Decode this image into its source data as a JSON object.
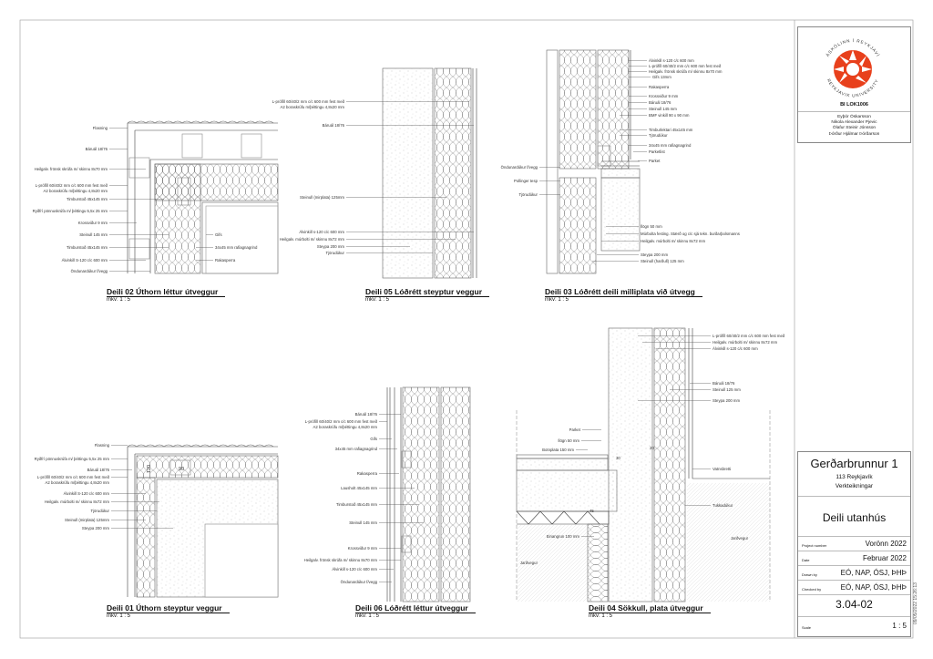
{
  "title_block": {
    "logo_text_top": "HÁSKÓLINN Í REYKJAVÍK",
    "logo_text_bottom": "REYKJAVIK UNIVERSITY",
    "course": "BI LOK1006",
    "team": [
      "Eyþór Óskarsson",
      "Nikola Alexander Pjevic",
      "Ólafur Steinir Jónsson",
      "Þórður Hjálmar Þórðarson"
    ],
    "project": "Gerðarbrunnur 1",
    "address": "113 Reykjavík",
    "phase": "Verkteikningar",
    "sheet_title": "Deili utanhús",
    "project_number_label": "Project number",
    "project_number": "Vorönn 2022",
    "date_label": "Date",
    "date": "Februar 2022",
    "drawn_by_label": "Drawn by",
    "drawn_by": "EÓ, NAP, ÓSJ, ÞHÞ",
    "checked_by_label": "Checked by",
    "checked_by": "EÓ, NAP, ÓSJ, ÞHÞ",
    "sheet_number": "3.04-02",
    "scale_label": "Scale",
    "scale": "1 : 5",
    "timestamp": "09/05/2022 15:26:13"
  },
  "details": [
    {
      "title": "Deili 02 Úthorn léttur útveggur",
      "scale": "mkv: 1 : 5",
      "labels": [
        "Flasning",
        "Báruál 18/76",
        "Heilgalv. frönsk skrúfa m/ skinnu 8x70 mm",
        "L-prófíll 60/40/2 mm c/c 600 mm fest með",
        "A2 boraskrúfu m/þéttingu 4,8x20 mm",
        "Timburstoð 45x145 mm",
        "Ryðfrí pönnuskrúfa m/ þéttingu 5,5x 25 mm",
        "Krossviður 9 mm",
        "Steinull 145 mm",
        "Timburstoð 45x145 mm",
        "Álvinkill S-120 c/c 600 mm",
        "Öndunardúkur f/vegg",
        "Gifs",
        "34x45 mm rafiagnagrind",
        "Rakasperra"
      ]
    },
    {
      "title": "Deili 05 Lóðrétt steyptur veggur",
      "scale": "mkv: 1 : 5",
      "labels": [
        "L-prófíll 60/40/2 mm c/c 600 mm fest með",
        "A2 boraskrúfu m/þéttingu 4,8x20 mm",
        "Báruál 18/76",
        "Steinull (mirplata) 125mm",
        "Álvinkill s-120 c/c 600 mm",
        "Heilgalv. múrbolti m/ skinnu 8x72 mm",
        "Steypa 200 mm",
        "Tjörudúkur"
      ]
    },
    {
      "title": "Deili 03 Lóðrétt deili milliplata við útvegg",
      "scale": "mkv: 1 : 5",
      "labels": [
        "Álvinkill s-120 c/c 600 mm",
        "L-prófíll 60/40/2 mm c/c 600 mm fest með",
        "Heilgalv. frönsk skrúfa m/ skinnu 8x70 mm",
        "Gifs 13mm",
        "Rakasperra",
        "Krossviður 9 mm",
        "Báruál 18/76",
        "Steinull 145 mm",
        "BMF vinkill 90 x 90 mm",
        "Timburlektari 45x145 mm",
        "Tjörudúkur",
        "34x45 mm rafiagnagrind",
        "Parketlist",
        "Parket",
        "Ílögn 50 mm",
        "Múrbolta festing. Stærð og c/c sjá tekn. burðarþolsmanns",
        "Heilgalv. múrbolti m/ skinnu 8x72 mm",
        "Steypa 200 mm",
        "Steinull (harðull) 125 mm",
        "Öndunardúkur f/vegg",
        "Pollinger tesp",
        "Tjörudúkur"
      ]
    },
    {
      "title": "Deili 01 Úthorn steyptur veggur",
      "scale": "mkv: 1 : 5",
      "labels": [
        "Flasning",
        "Ryðfrí pönnuskrúfa m/ þéttingu 5,5x 25 mm",
        "Báruál 18/76",
        "L-prófíll 60/40/2 mm c/c 600 mm fest með",
        "A2 boraskrúfu m/þéttingu 4,8x20 mm",
        "Álvinkill S-120 c/c 600 mm",
        "Heilgalv. múrbolti m/ skinnu 8x72 mm",
        "Tjörudúkur",
        "Steinull (mirplata) 125mm",
        "Steypa 200 mm"
      ],
      "dimensions": [
        "120",
        "90"
      ]
    },
    {
      "title": "Deili 06 Lóðrétt léttur útveggur",
      "scale": "mkv: 1 : 5",
      "labels": [
        "Báruál 18/76",
        "L-prófíll 60/40/2 mm c/c 600 mm fest með",
        "A2 boraskrúfu m/þéttingu 4,8x20 mm",
        "Gifs",
        "34x45 mm rafiagnagrind",
        "Rakasperra",
        "Lausholt 45x145 mm",
        "Timburstoð 45x145 mm",
        "Steinull 145 mm",
        "Krossviður 9 mm",
        "Heilgalv. frönsk skrúfa m/ skinnu 8x70 mm",
        "Álvinkill s-120 c/c 600 mm",
        "Öndunardúkur f/vegg"
      ]
    },
    {
      "title": "Deili 04 Sökkull, plata útveggur",
      "scale": "mkv: 1 : 5",
      "labels": [
        "L-prófíll 60/40/2 mm c/c 600 mm fest með",
        "Heilgalv. múrbolti m/ skinnu 8x72 mm",
        "Álvinkill s-120 c/c 600 mm",
        "Báruál 18/76",
        "Steinull 125 mm",
        "Steypa 200 mm",
        "Vatnsbretti",
        "Tukkadúkur",
        "Parket",
        "Ílögn 50 mm",
        "Botnplata 150 mm",
        "Einangrun 100 mm",
        "Jarðvegur",
        "Jarðvegur"
      ],
      "dimensions": [
        "20",
        "45",
        "30"
      ]
    }
  ],
  "colors": {
    "logo_red": "#e8401c",
    "line": "#444444"
  }
}
